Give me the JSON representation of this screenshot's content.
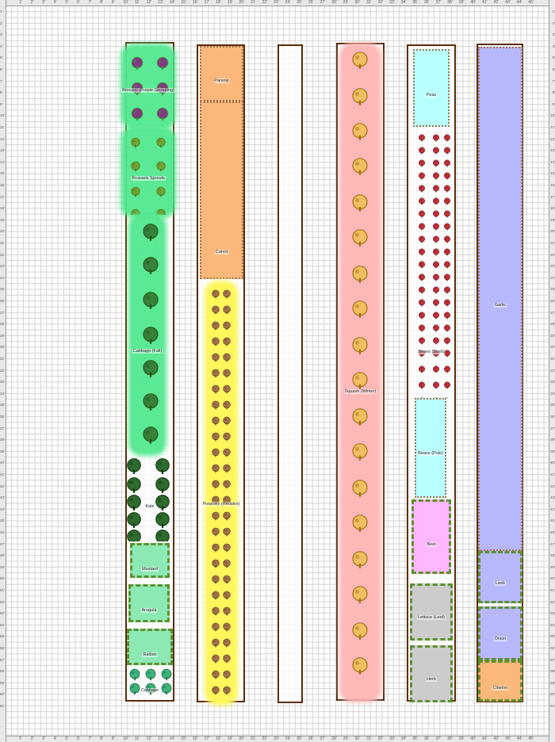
{
  "palette": {
    "bed_border": "#5a2d0c",
    "grid": "#d3d3d3"
  },
  "ruler": {
    "top": [
      "1'",
      "2'",
      "3'",
      "4'",
      "5'",
      "6'",
      "7'",
      "8'",
      "9'",
      "10'",
      "11'",
      "12'",
      "13'",
      "14'",
      "15'",
      "16'",
      "17'",
      "18'",
      "19'",
      "20'",
      "21'",
      "22'",
      "23'",
      "24'",
      "25'",
      "26'",
      "27'",
      "28'",
      "29'",
      "30'",
      "31'",
      "32'",
      "33'",
      "34'",
      "35'",
      "36'",
      "37'",
      "38'",
      "39'",
      "40'",
      "41'",
      "42'",
      "43'",
      "44'",
      "45'"
    ],
    "side": [
      "1'",
      "2'",
      "3'",
      "4'",
      "5'",
      "6'",
      "7'",
      "8'",
      "9'",
      "10'",
      "11'",
      "12'",
      "13'",
      "14'",
      "15'",
      "16'",
      "17'",
      "18'",
      "19'",
      "20'",
      "21'",
      "22'",
      "23'",
      "24'",
      "25'",
      "26'",
      "27'",
      "28'",
      "29'",
      "30'",
      "31'",
      "32'",
      "33'",
      "34'",
      "35'",
      "36'",
      "37'",
      "38'",
      "39'",
      "40'",
      "41'",
      "42'",
      "43'",
      "44'",
      "45'",
      "46'",
      "47'",
      "48'",
      "49'",
      "50'",
      "51'",
      "52'",
      "53'",
      "54'",
      "55'",
      "56'",
      "57'",
      "58'",
      "59'",
      "60'",
      "61'"
    ]
  },
  "beds": [
    {
      "id": "bed-1",
      "plants": [
        {
          "name": "Broccoli (Purple Sprouting)",
          "icon": "broccoli-icon",
          "color": "#53e88f"
        },
        {
          "name": "Brussels Sprouts",
          "icon": "brussels-sprouts-icon",
          "color": "#53e88f"
        },
        {
          "name": "Cabbage (Fall)",
          "icon": "cabbage-icon",
          "color": "#53e88f"
        },
        {
          "name": "Kale",
          "icon": "kale-icon",
          "color": "#ffffff"
        },
        {
          "name": "Mustard",
          "icon": "mustard-icon",
          "color": "#8de9b3"
        },
        {
          "name": "Arugula",
          "icon": "arugula-icon",
          "color": "#8de9b3"
        },
        {
          "name": "Radish",
          "icon": "radish-icon",
          "color": "#8de9b3"
        },
        {
          "name": "Cabbage",
          "icon": "cabbage-leaf-icon",
          "color": "#ffffff"
        }
      ]
    },
    {
      "id": "bed-2",
      "plants": [
        {
          "name": "Parsnip",
          "icon": "parsnip-icon",
          "color": "#fcb87a"
        },
        {
          "name": "Carrot",
          "icon": "carrot-icon",
          "color": "#fcb87a"
        },
        {
          "name": "Potatoes (Redskin)",
          "icon": "potato-icon",
          "color": "#fff75c"
        }
      ]
    },
    {
      "id": "bed-3",
      "plants": []
    },
    {
      "id": "bed-4",
      "plants": [
        {
          "name": "Squash (Winter)",
          "icon": "squash-icon",
          "color": "#ffb8b8"
        }
      ]
    },
    {
      "id": "bed-5",
      "plants": [
        {
          "name": "Peas",
          "icon": "pea-icon",
          "color": "#b8ffff"
        },
        {
          "name": "Beans (Bush)",
          "icon": "bean-icon",
          "color": "#ffffff"
        },
        {
          "name": "Beans (Pole)",
          "icon": "pole-bean-icon",
          "color": "#b8ffff"
        },
        {
          "name": "Beet",
          "icon": "beet-icon",
          "color": "#ffb8ff"
        },
        {
          "name": "Lettuce (Leaf)",
          "icon": "lettuce-icon",
          "color": "#cccccc"
        },
        {
          "name": "Herb",
          "icon": "herb-icon",
          "color": "#cccccc"
        }
      ]
    },
    {
      "id": "bed-6",
      "plants": [
        {
          "name": "Garlic",
          "icon": "garlic-icon",
          "color": "#b8b8ff"
        },
        {
          "name": "Leek",
          "icon": "leek-icon",
          "color": "#b8b8ff"
        },
        {
          "name": "Onion",
          "icon": "onion-icon",
          "color": "#b8b8ff"
        },
        {
          "name": "Cilantro",
          "icon": "cilantro-icon",
          "color": "#fcb87a"
        }
      ]
    }
  ]
}
